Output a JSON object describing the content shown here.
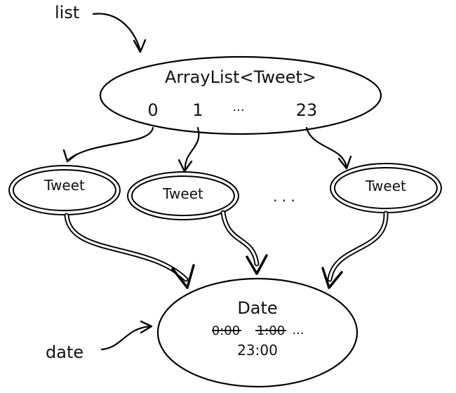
{
  "labels": {
    "list": "list",
    "date": "date"
  },
  "array_node": {
    "title": "ArrayList<Tweet>",
    "indices": [
      "0",
      "1",
      "...",
      "23"
    ]
  },
  "tweet_nodes": [
    "Tweet",
    "Tweet",
    "Tweet"
  ],
  "between_tweets_ellipsis": ". . .",
  "date_node": {
    "title": "Date",
    "struck_values": [
      "0:00",
      "1:00"
    ],
    "trailing": "...",
    "current_value": "23:00"
  }
}
